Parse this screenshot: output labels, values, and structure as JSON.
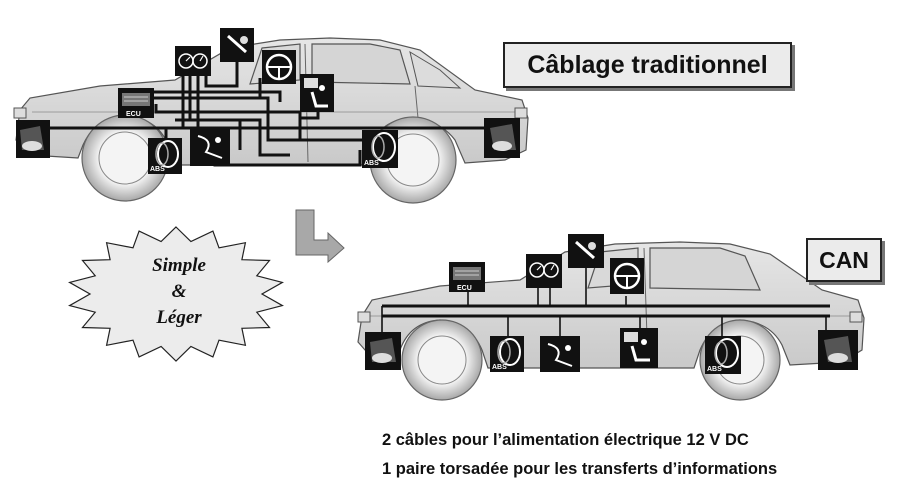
{
  "labels": {
    "traditional": "Câblage traditionnel",
    "can": "CAN"
  },
  "burst": {
    "line1": "Simple",
    "line2": "&",
    "line3": "Léger"
  },
  "notes": {
    "line1": "2 câbles pour l’alimentation électrique 12 V DC",
    "line2": "1 paire torsadée pour les transferts d’informations"
  },
  "icons": {
    "ecu": "ECU",
    "abs": "ABS"
  }
}
